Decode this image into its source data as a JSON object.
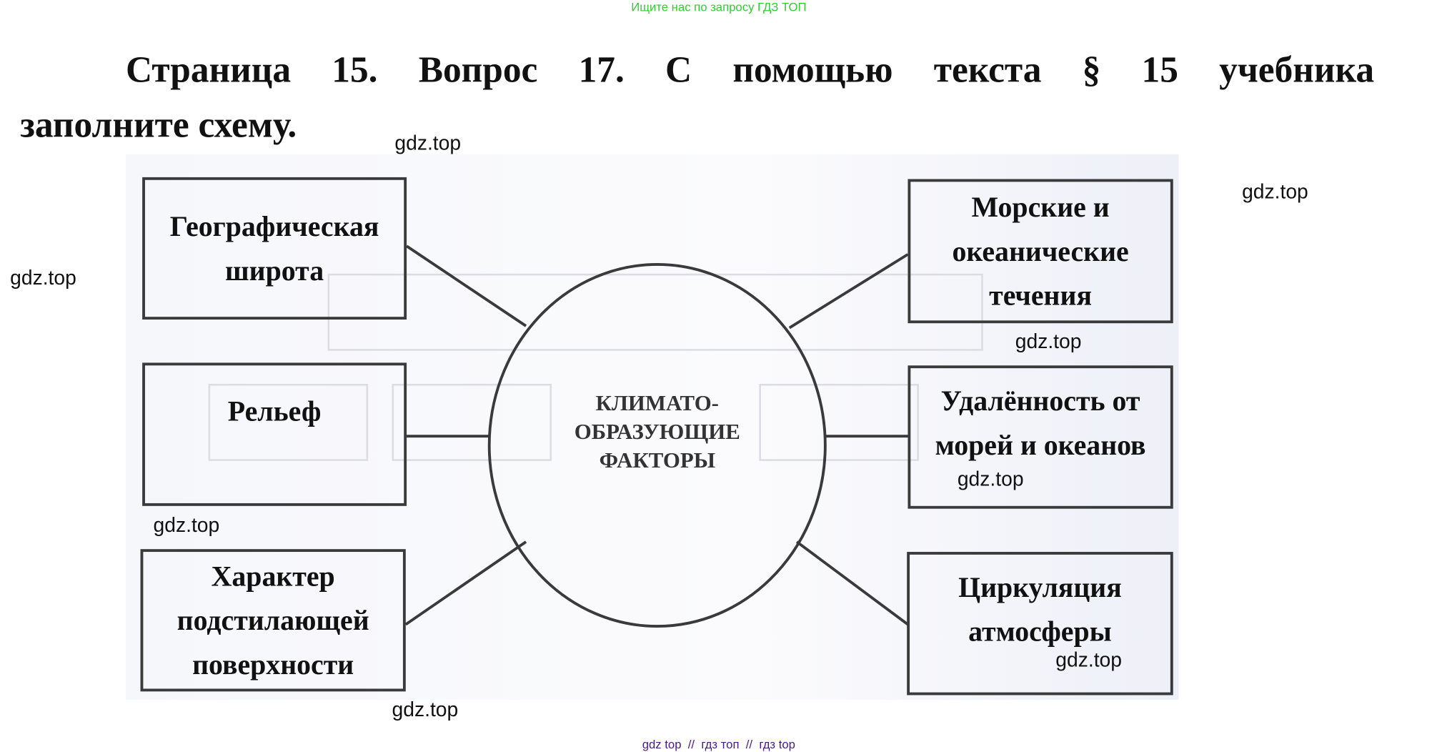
{
  "top_note": "Ищите нас по запросу ГДЗ ТОП",
  "title": {
    "line1_words": [
      "Страница",
      "15.",
      "Вопрос",
      "17.",
      "С",
      "помощью",
      "текста",
      "§",
      "15",
      "учебника"
    ],
    "line2": "заполните схему."
  },
  "diagram": {
    "center": [
      "КЛИМАТО-",
      "ОБРАЗУЮЩИЕ",
      "ФАКТОРЫ"
    ],
    "left_boxes": [
      [
        "Географическая",
        "широта"
      ],
      [
        "Рельеф"
      ],
      [
        "Характер",
        "подстилающей",
        "поверхности"
      ]
    ],
    "right_boxes": [
      [
        "Морские и",
        "океанические",
        "течения"
      ],
      [
        "Удалённость от",
        "морей и океанов"
      ],
      [
        "Циркуляция",
        "атмосферы"
      ]
    ]
  },
  "watermark": "gdz.top",
  "footer": "gdz top  //  гдз топ  //  гдз top",
  "colors": {
    "top_note": "#33cc33",
    "footer": "#4b1a8a",
    "lines": "#3a3a3a"
  }
}
